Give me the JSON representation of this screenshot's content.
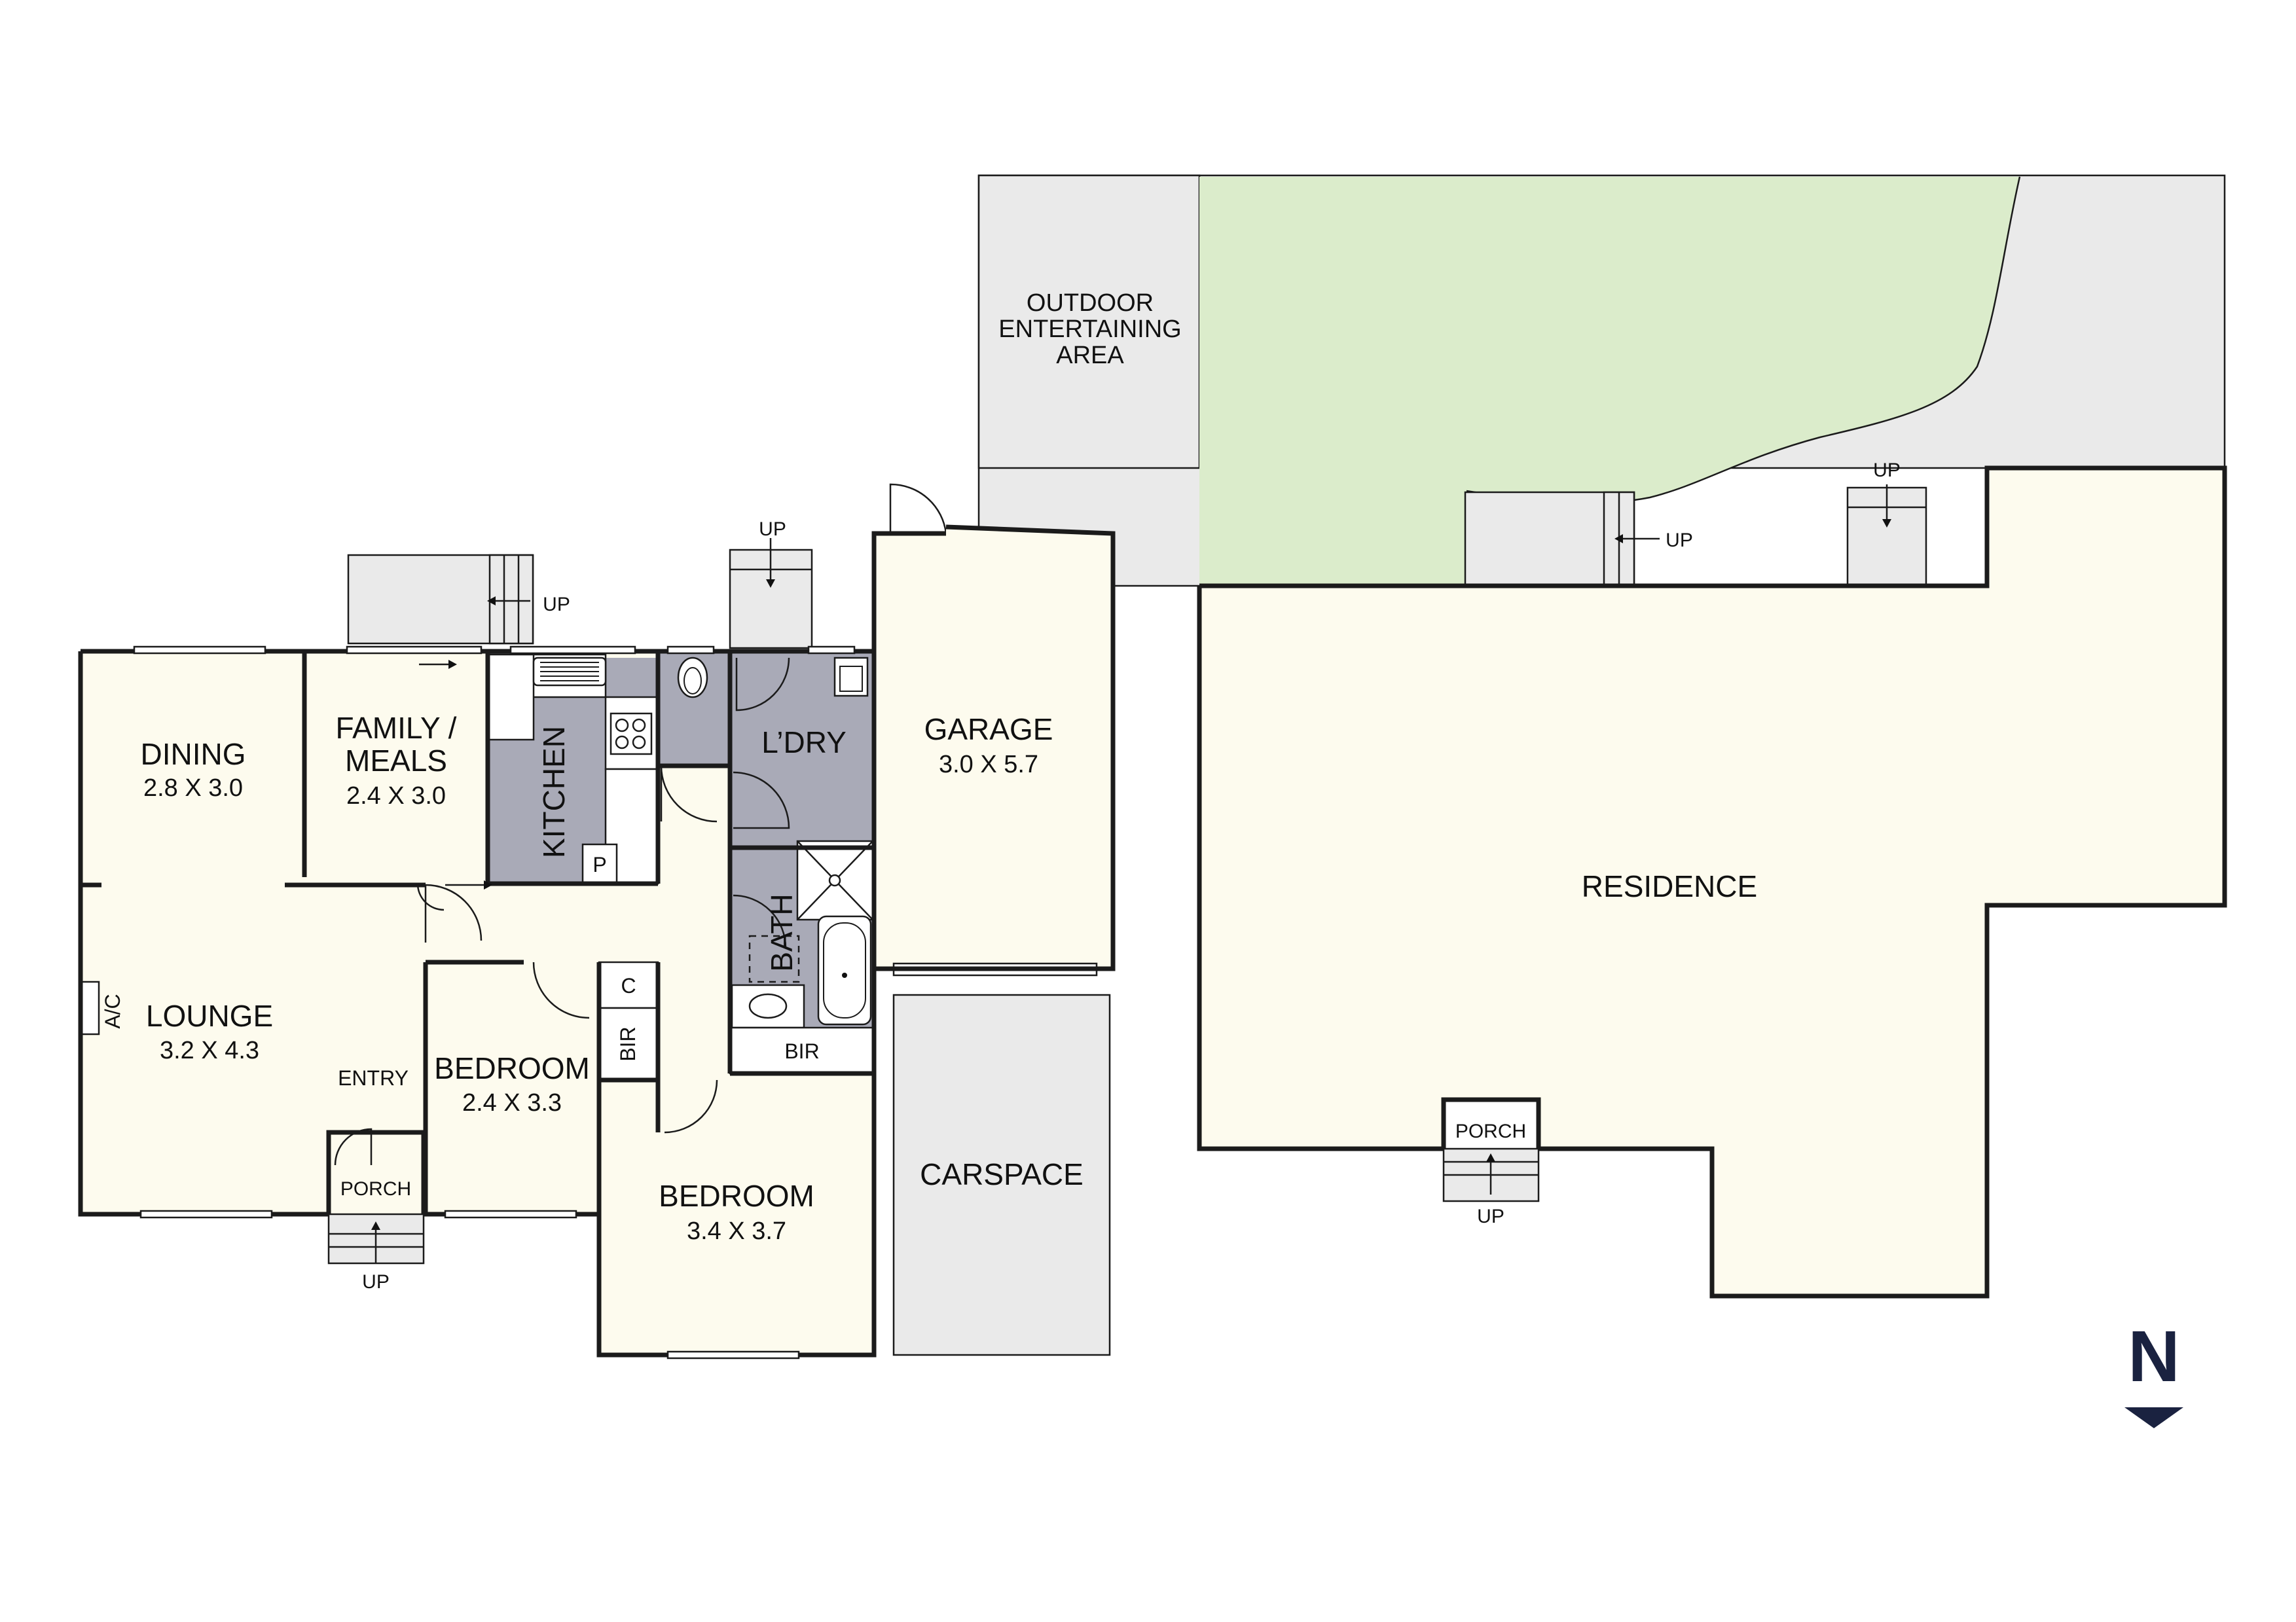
{
  "rooms": {
    "dining": {
      "name": "DINING",
      "dims": "2.8 X 3.0"
    },
    "family_meals": {
      "name_line1": "FAMILY /",
      "name_line2": "MEALS",
      "dims": "2.4 X 3.0"
    },
    "kitchen": {
      "name": "KITCHEN"
    },
    "pantry": {
      "name": "P"
    },
    "laundry": {
      "name": "L’DRY"
    },
    "garage": {
      "name": "GARAGE",
      "dims": "3.0 X 5.7"
    },
    "bath": {
      "name": "BATH"
    },
    "lounge": {
      "name": "LOUNGE",
      "dims": "3.2 X 4.3"
    },
    "ac": {
      "name": "A/C"
    },
    "entry": {
      "name": "ENTRY"
    },
    "porch": {
      "name": "PORCH"
    },
    "bedroom_small": {
      "name": "BEDROOM",
      "dims": "2.4 X 3.3"
    },
    "bedroom_large": {
      "name": "BEDROOM",
      "dims": "3.4 X 3.7"
    },
    "linen": {
      "name": "C"
    },
    "bir_small": {
      "name": "BIR"
    },
    "bir_large": {
      "name": "BIR"
    },
    "carspace": {
      "name": "CARSPACE"
    },
    "outdoor": {
      "line1": "OUTDOOR",
      "line2": "ENTERTAINING",
      "line3": "AREA"
    },
    "residence": {
      "name": "RESIDENCE"
    },
    "residence_porch": {
      "name": "PORCH"
    }
  },
  "steps": {
    "up_label": "UP"
  },
  "compass": {
    "letter": "N"
  },
  "colors": {
    "floor": "#fdfbee",
    "wet_area": "#a9aab7",
    "outdoor": "#eaeaea",
    "lawn": "#dbeccb",
    "wall": "#1b1b1b",
    "compass": "#1a2240"
  }
}
